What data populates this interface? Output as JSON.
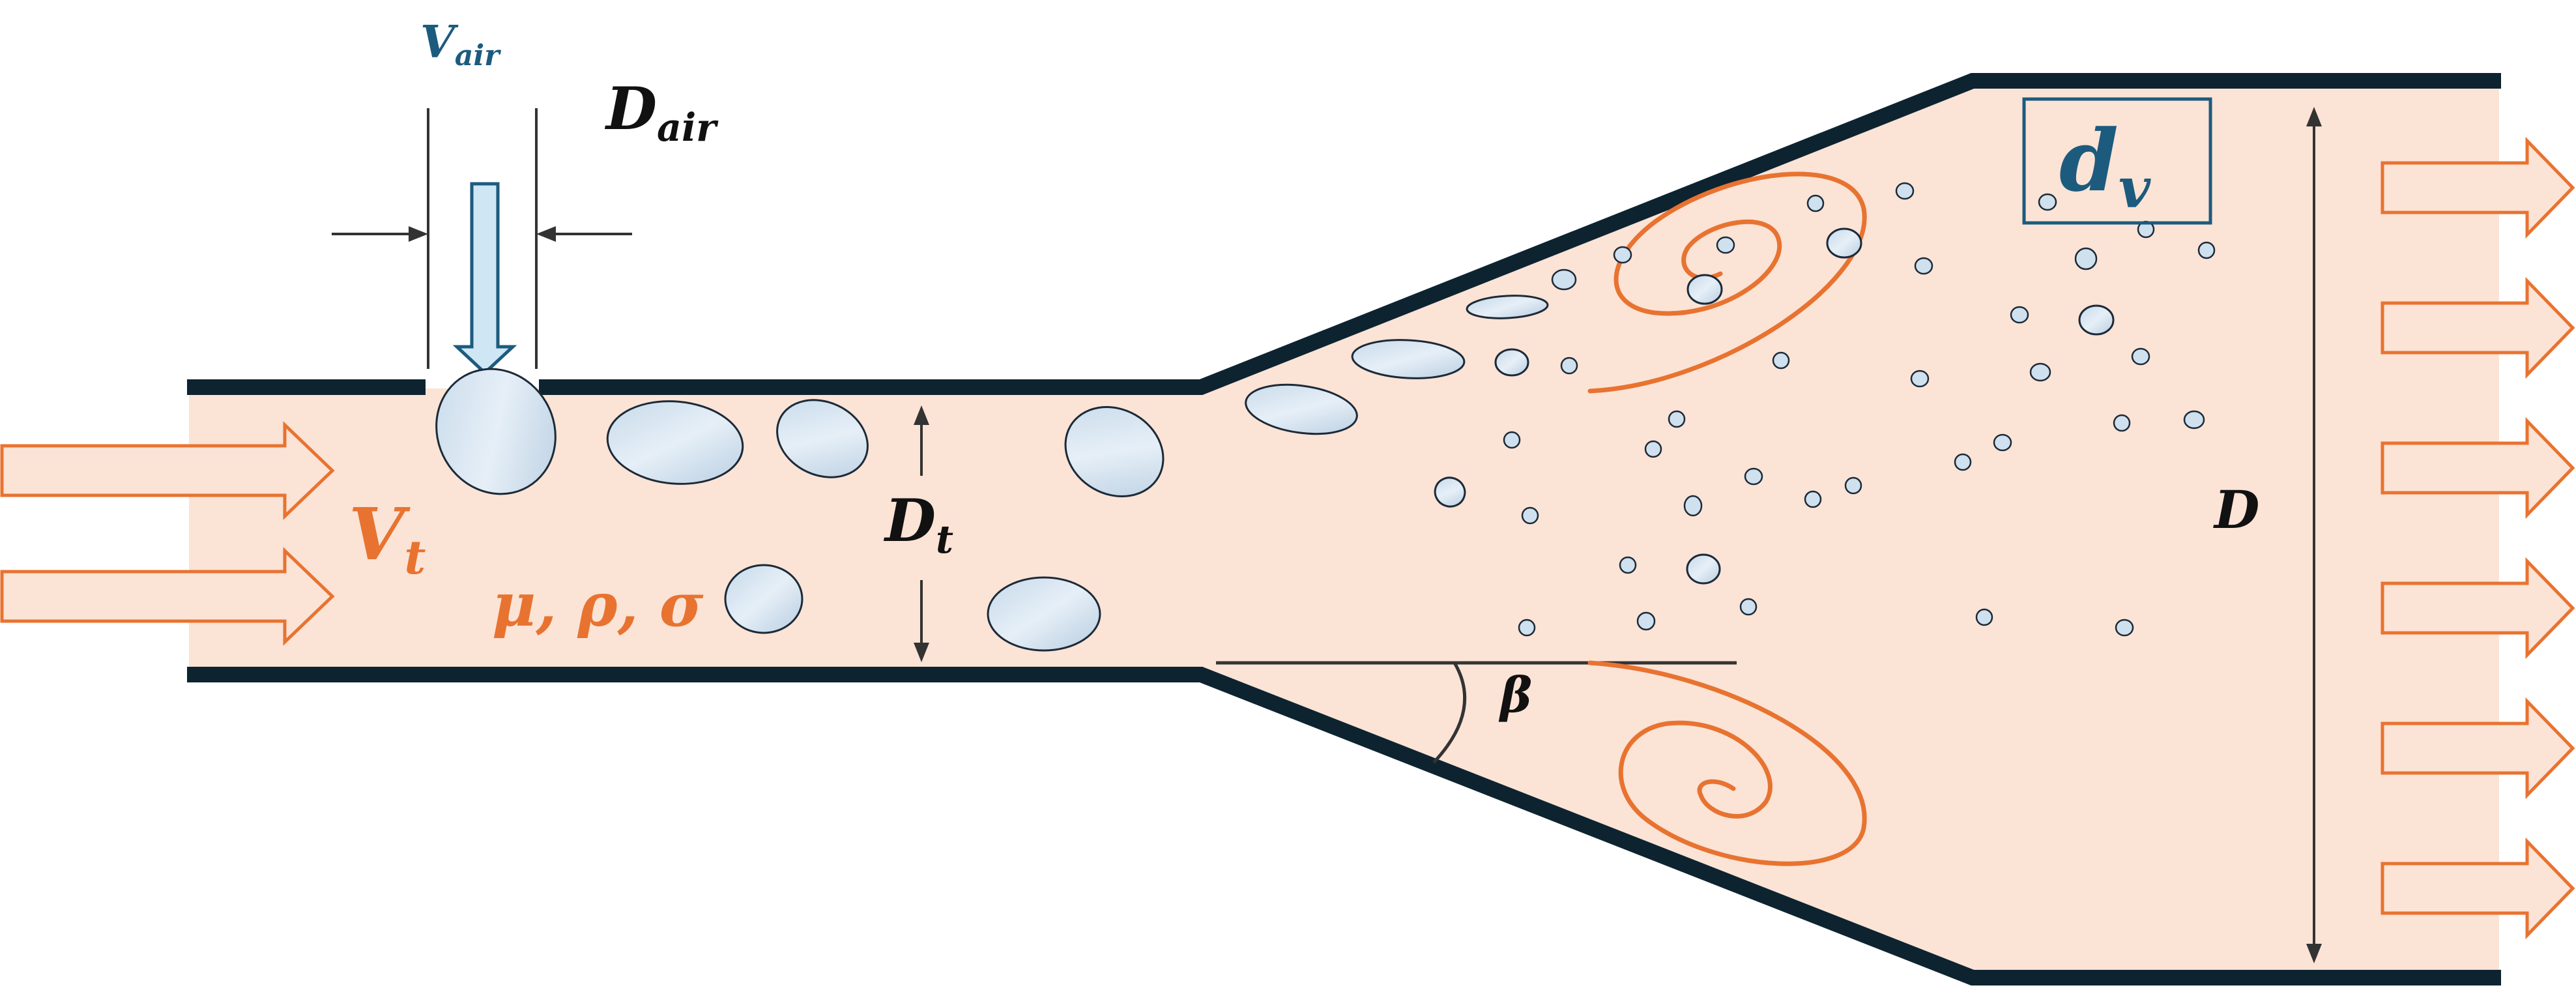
{
  "colors": {
    "fluid": "#fbe3d6",
    "wall": "#0d2330",
    "orange": "#e87330",
    "blue_text": "#1c5b7e",
    "bubble_fill": "#cfe0ee",
    "bubble_stroke": "#1c2a38",
    "dim_line": "#333333",
    "air_arrow_fill": "#cfe6f4",
    "air_arrow_stroke": "#1c5b7e"
  },
  "labels": {
    "v_air": {
      "main": "V",
      "sub": "air"
    },
    "d_air": {
      "main": "D",
      "sub": "air"
    },
    "v_t": {
      "main": "V",
      "sub": "t"
    },
    "props": "μ, ρ, σ",
    "d_t": {
      "main": "D",
      "sub": "t"
    },
    "beta": "β",
    "d_v": {
      "main": "d",
      "sub": "v"
    },
    "d": "D"
  },
  "icons": {
    "inlet_arrow": "block-arrow-right-icon",
    "outlet_arrow": "block-arrow-right-icon",
    "air_arrow": "block-arrow-down-icon",
    "vortex": "spiral-vortex-icon",
    "bubble": "ellipse-bubble-icon"
  }
}
